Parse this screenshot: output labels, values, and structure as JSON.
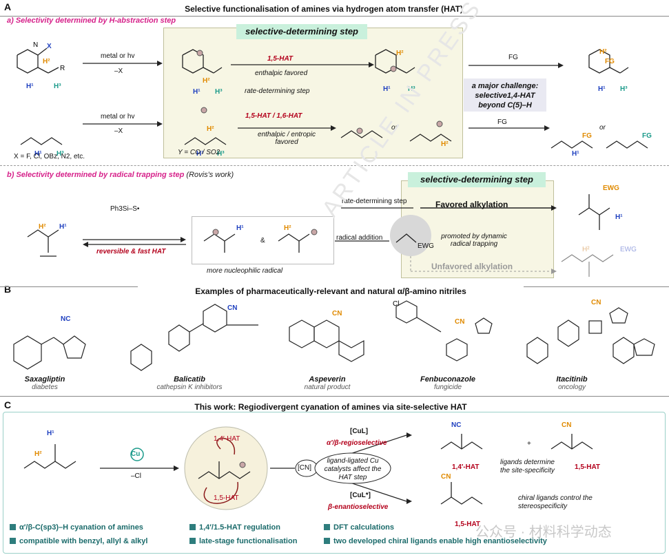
{
  "section_a": {
    "letter": "A",
    "title": "Selective functionalisation of amines via hydrogen atom transfer (HAT)",
    "sub_a": "a) Selectivity determined by H-abstraction step",
    "banner": "selective-determining step",
    "metal_hv_1": "metal or hv",
    "minus_x_1": "–X",
    "metal_hv_2": "metal or hv",
    "minus_x_2": "–X",
    "hat15": "1,5-HAT",
    "enthalpic": "enthalpic favored",
    "rds": "rate-determining step",
    "hat1516": "1,5-HAT / 1,6-HAT",
    "enth_entropic": "enthalpic / entropic favored",
    "y_def": "Y = CO / SO2",
    "x_def": "X = F, Cl, OBz, N2, etc.",
    "fg1": "FG",
    "fg2": "FG",
    "challenge": "a major challenge: selective1,4-HAT beyond C(5)–H",
    "or1": "or",
    "or2": "or"
  },
  "section_b_rovis": {
    "sub_b": "b) Selectivity determined by radical trapping step",
    "sub_b_note": "(Rovis's work)",
    "banner": "selective-determining step",
    "reagent": "Ph3Si–S•",
    "reversible": "reversible & fast HAT",
    "nucleophilic": "more nucleophilic radical",
    "amp": "&",
    "rds": "rate-determining step",
    "radical_addition": "radical addition",
    "ewg": "EWG",
    "favored": "Favored alkylation",
    "promoted": "promoted by dynamic radical trapping",
    "unfavored": "Unfavored alkylation"
  },
  "section_b": {
    "letter": "B",
    "title": "Examples of pharmaceutically-relevant and natural α/β-amino nitriles",
    "drugs": [
      {
        "name": "Saxagliptin",
        "note": "diabetes"
      },
      {
        "name": "Balicatib",
        "note": "cathepsin K inhibitors"
      },
      {
        "name": "Aspeverin",
        "note": "natural product"
      },
      {
        "name": "Fenbuconazole",
        "note": "fungicide"
      },
      {
        "name": "Itacitinib",
        "note": "oncology"
      }
    ]
  },
  "section_c": {
    "letter": "C",
    "title": "This work: Regiodivergent cyanation of amines via site-selective HAT",
    "cu": "Cu",
    "minus_cl": "–Cl",
    "hat14": "1,4′-HAT",
    "hat15": "1,5-HAT",
    "cn": "[CN]",
    "cul": "[CuL]",
    "cul_star": "[CuL*]",
    "regio": "α′/β-regioselective",
    "enantio": "β-enantioselective",
    "ligand_box": "ligand-ligated Cu catalysts affect the HAT step",
    "plus": "+",
    "prod14": "1,4′-HAT",
    "prod15": "1,5-HAT",
    "prod15b": "1,5-HAT",
    "ligands_site": "ligands determine the site-specificity",
    "chiral_stereo": "chiral ligands control the stereospecificity",
    "bullets": [
      "α′/β-C(sp3)–H cyanation of amines",
      "1,4′/1.5-HAT regulation",
      "DFT calculations",
      "compatible with benzyl, allyl & alkyl",
      "late-stage functionalisation",
      "two developed chiral ligands enable high enantioselectivity"
    ]
  },
  "watermark": "公众号 · 材料科学动态",
  "watermark_diag": "ARTICLE IN PRESS",
  "colors": {
    "accent_pink": "#d6218a",
    "dark_red": "#b3001b",
    "teal": "#1b6b6b",
    "banner_green": "#c9f0dc",
    "panel": "#f7f6e4",
    "orange": "#e08a00",
    "blue": "#1e3fbf"
  }
}
